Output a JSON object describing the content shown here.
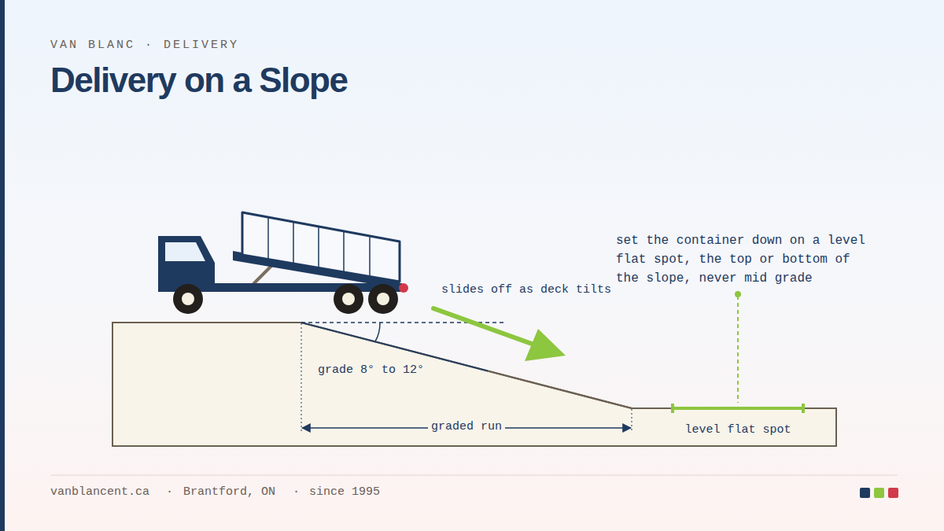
{
  "diagram": {
    "title": "Delivery on a Slope",
    "labels": [
      "VAN BLANC · DELIVERY",
      "slides off as deck tilts",
      "set the container down on a level flat spot, the top or bottom of the slope, never mid grade",
      "grade 8° to 12°",
      "graded run",
      "level flat spot",
      "vanblancent.ca",
      "·",
      "Brantford, ON",
      "·",
      "since 1995"
    ]
  }
}
